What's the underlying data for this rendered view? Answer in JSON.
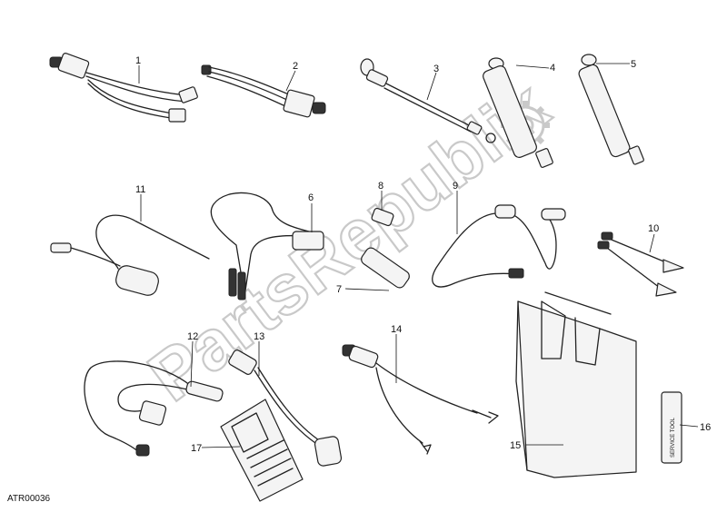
{
  "watermark": "PartsRepublik",
  "diagram_code": "ATR00036",
  "callouts": [
    "1",
    "2",
    "3",
    "4",
    "5",
    "6",
    "7",
    "8",
    "9",
    "10",
    "11",
    "12",
    "13",
    "14",
    "15",
    "16",
    "17"
  ],
  "tag_text": "SERVICE TOOL"
}
